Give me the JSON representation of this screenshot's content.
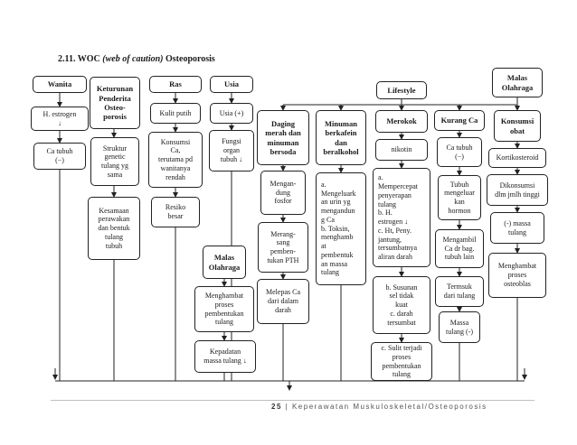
{
  "title": {
    "number": "2.11.",
    "woc": "WOC",
    "paren": "(web of caution)",
    "topic": "Osteoporosis"
  },
  "boxes": {
    "wanita": "Wanita",
    "h_estrogen": "H. estrogen\n↓",
    "ca_tubuh_1": "Ca tubuh\n(−)",
    "keturunan": "Keturunan\nPenderita\nOsteo-\nporosis",
    "struktur": "Struktur\ngenetic\ntulang yg\nsama",
    "kesamaan": "Kesamaan\nperawakan\ndan bentuk\ntulang\ntubuh",
    "ras": "Ras",
    "kulit_putih": "Kulit putih",
    "konsumsi_ca": "Konsumsi\nCa,\nterutama pd\nwanitanya\nrendah",
    "resiko": "Resiko\nbesar",
    "usia": "Usia",
    "usia_plus": "Usia (+)",
    "fungsi_organ": "Fungsi\norgan\ntubuh ↓",
    "malas_olahraga_mid": "Malas\nOlahraga",
    "menghambat_1": "Menghambat\nproses\npembentukan\ntulang",
    "kepadatan": "Kepadatan\nmassa tulang ↓",
    "lifestyle": "Lifestyle",
    "daging": "Daging\nmerah dan\nminuman\nbersoda",
    "mengandung_fosfor": "Mengan-\ndung\nfosfor",
    "merangsang_pth": "Merang-\nsang\npemben-\ntukan PTH",
    "melepas_ca": "Melepas Ca\ndari dalam\ndarah",
    "minuman_kafein": "Minuman\nberkafein\ndan\nberalkohol",
    "kafein_effects": "a.\nMengeluark\nan urin yg\nmengandun\ng Ca\nb. Toksin,\nmenghamb\nat\npembentuk\nan massa\ntulang",
    "merokok": "Merokok",
    "nikotin": "nikotin",
    "nikotin_effects": "a.\nMempercepat\npenyerapan\ntulang\nb. H.\nestrogen ↓\nc. Ht, Peny.\njantung,\ntersumbatnya\naliran darah",
    "susunan": "b. Susunan\nsel tidak\nkuat\nc. darah\ntersumbat",
    "sulit_terjadi": "c. Sulit terjadi\nproses\npembentukan\ntulang",
    "kurang_ca": "Kurang Ca",
    "ca_tubuh_2": "Ca tubuh\n(−)",
    "tubuh_mengeluar": "Tubuh\nmengeluar\nkan\nhormon",
    "mengambil_ca": "Mengambil\nCa dr bag.\ntubuh lain",
    "termasuk": "Termsuk\ndari tulang",
    "massa_tulang": "Massa\ntulang (-)",
    "malas_olahraga_right": "Malas\nOlahraga",
    "konsumsi_obat": "Konsumsi\nobat",
    "kortikosteroid": "Kortikosteroid",
    "dikonsumsi": "Dikonsumsi\ndlm jmlh tinggi",
    "massa_minus": "(-) massa\ntulang",
    "menghambat_2": "Menghambat\nproses\nosteoblas"
  },
  "footer": {
    "page": "25",
    "sep": "|",
    "text": "Keperawatan Muskuloskeletal/Osteoporosis"
  }
}
